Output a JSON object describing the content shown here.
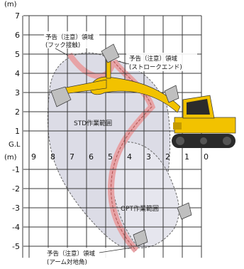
{
  "axis": {
    "y_unit": "(m)",
    "x_unit": "(m)",
    "ground_label": "G.L",
    "y_ticks": [
      "7",
      "6",
      "5",
      "4",
      "3",
      "2",
      "1",
      "-1",
      "-2",
      "-3",
      "-4",
      "-5"
    ],
    "x_ticks": [
      "9",
      "8",
      "7",
      "6",
      "5",
      "4",
      "3",
      "2",
      "1",
      "0"
    ]
  },
  "zones": {
    "std_label": "STD作業範囲",
    "opt_label": "OPT作業範囲"
  },
  "warnings": {
    "hook": {
      "line1": "予告（注意）領域",
      "line2": "(フック接触)"
    },
    "stroke": {
      "line1": "予告（注意）領域",
      "line2": "(ストロークエンド)"
    },
    "arm": {
      "line1": "予告（注意）領域",
      "line2": "(アーム対地角)"
    }
  },
  "colors": {
    "grid": "#3a3a3a",
    "std_area": "#dcdce6",
    "warning_band": "#e7a3a6",
    "machine_body": "#f2c200",
    "track": "#2a2a2a"
  }
}
